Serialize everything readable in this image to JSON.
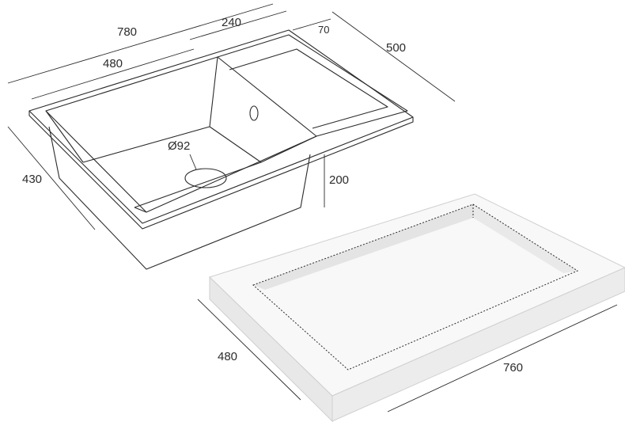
{
  "dimensions": {
    "sink_length": "780",
    "drainboard_width": "240",
    "rim_width": "70",
    "sink_depth": "500",
    "bowl_length": "480",
    "bowl_width": "430",
    "drain_diameter": "Ø92",
    "bowl_depth": "200",
    "cutout_width": "480",
    "cutout_length": "760"
  },
  "colors": {
    "line": "#2b2b2b",
    "countertop_wall": "#e6e6e6",
    "countertop_top": "#f7f7f7"
  }
}
